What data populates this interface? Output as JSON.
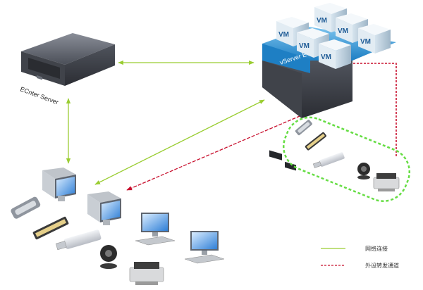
{
  "nodes": {
    "ecenter_server": {
      "label": "ECnter Server"
    },
    "vserver": {
      "label": "vServer EVC"
    },
    "vm_label": "VM"
  },
  "legend": {
    "network_label": "网络连接",
    "peripheral_label": "外设转发通道",
    "network_color": "#9acd32",
    "peripheral_color": "#c8102e"
  },
  "colors": {
    "server_dark": "#3a3d44",
    "server_light": "#6a6e78",
    "vm_cube": "#e3eef4",
    "vm_text": "#1e5b96",
    "evc_blue": "#2a8fd0",
    "dashed_group": "#66dd44"
  }
}
